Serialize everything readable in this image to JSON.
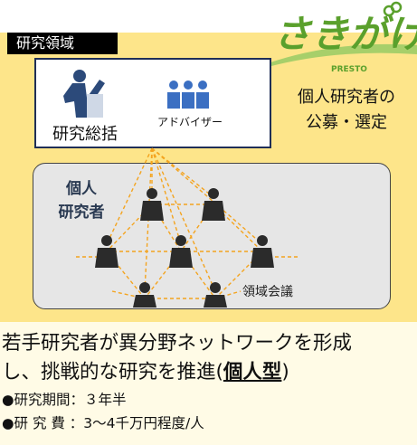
{
  "region_label": "研究領域",
  "logo": {
    "name": "さきがけ",
    "sub": "PRESTO"
  },
  "top_box": {
    "supervisor_label": "研究総括",
    "advisor_label": "アドバイザー"
  },
  "recruit_text": [
    "個人研究者の",
    "公募・選定"
  ],
  "network": {
    "individual_label": [
      "個人",
      "研究者"
    ],
    "meeting_label": "領域会議"
  },
  "summary": {
    "line1": "若手研究者が異分野ネットワークを形成",
    "line2_pre": "し、挑戦的な研究を推進(",
    "line2_bold": "個人型",
    "line2_post": ")",
    "bullets": [
      "●研究期間：３年半",
      "●研 究 費 ：3〜4千万円程度/人"
    ]
  },
  "colors": {
    "yellow_bg": "#fde58a",
    "dash": "#f4a41f",
    "figure": "#2b2b2b",
    "box_border": "#1f2f57",
    "logo_green": "#5aa02c"
  }
}
